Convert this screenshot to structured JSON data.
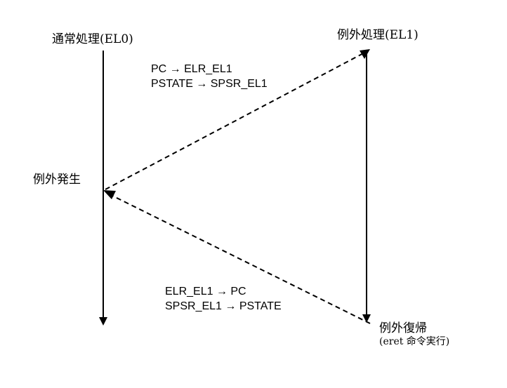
{
  "labels": {
    "normal_processing": "通常処理(EL0)",
    "exception_processing": "例外処理(EL1)",
    "exception_occurs": "例外発生",
    "exception_return": "例外復帰",
    "eret_note": "(eret 命令実行)"
  },
  "transfer_to_handler": {
    "line1": "PC → ELR_EL1",
    "line2": "PSTATE → SPSR_EL1"
  },
  "transfer_back": {
    "line1": "ELR_EL1 → PC",
    "line2": "SPSR_EL1 → PSTATE"
  },
  "colors": {
    "line": "#000000",
    "background": "#ffffff"
  }
}
